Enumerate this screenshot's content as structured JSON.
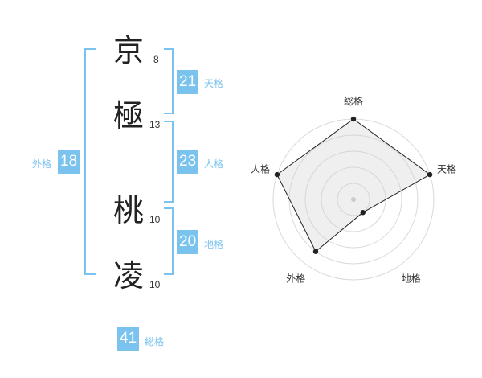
{
  "characters": [
    {
      "char": "京",
      "strokes": "8"
    },
    {
      "char": "極",
      "strokes": "13"
    },
    {
      "char": "桃",
      "strokes": "10"
    },
    {
      "char": "凌",
      "strokes": "10"
    }
  ],
  "fortunes": {
    "tenkaku": {
      "value": "21",
      "label": "天格"
    },
    "jinkaku": {
      "value": "23",
      "label": "人格"
    },
    "chikaku": {
      "value": "20",
      "label": "地格"
    },
    "gaikaku": {
      "value": "18",
      "label": "外格"
    },
    "soukaku": {
      "value": "41",
      "label": "総格"
    }
  },
  "colors": {
    "accent": "#79c3ee",
    "text": "#222222"
  },
  "chart_data": {
    "type": "radar",
    "categories": [
      "総格",
      "天格",
      "地格",
      "外格",
      "人格"
    ],
    "values": [
      5,
      5,
      1,
      4,
      5
    ],
    "range": [
      0,
      5
    ],
    "rings": 5,
    "grid": true
  }
}
